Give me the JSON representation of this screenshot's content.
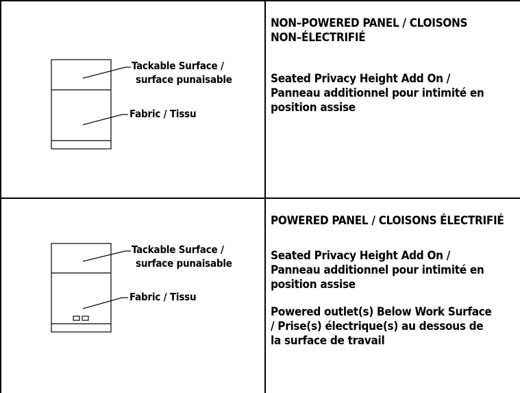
{
  "top_row": {
    "labels": {
      "tackable": "Tackable Surface /",
      "tackable_fr": "surface punaisable",
      "fabric": "Fabric / Tissu"
    },
    "title_line1": "NON–POWERED PANEL / CLOISONS",
    "title_line2": "NON–ÉLECTRIFIÉ",
    "desc_line1": "Seated Privacy Height Add On /",
    "desc_line2": "Panneau additionnel pour intimité en",
    "desc_line3": "position assise"
  },
  "bottom_row": {
    "labels": {
      "tackable": "Tackable Surface /",
      "tackable_fr": "surface punaisable",
      "fabric": "Fabric / Tissu"
    },
    "title": "POWERED PANEL / CLOISONS ÉLECTRIFIÉ",
    "desc_line1": "Seated Privacy Height Add On /",
    "desc_line2": "Panneau additionnel pour intimité en",
    "desc_line3": "position assise",
    "outlet_line1": "Powered outlet(s)  Below Work Surface",
    "outlet_line2": "/  Prise(s) électrique(s) au dessous de",
    "outlet_line3": "la surface de travail"
  }
}
